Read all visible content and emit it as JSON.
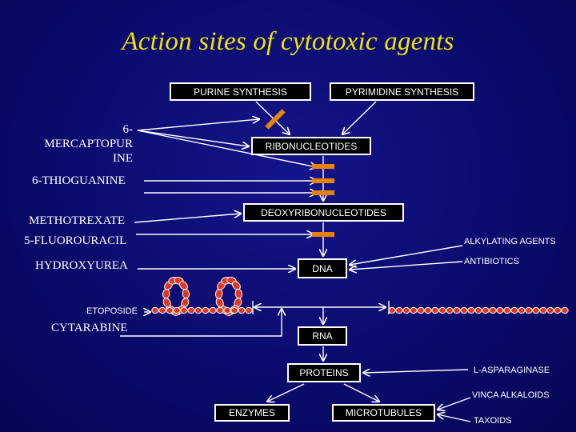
{
  "title": "Action sites of cytotoxic agents",
  "boxes": {
    "purine_synthesis": "PURINE SYNTHESIS",
    "pyrimidine_synthesis": "PYRIMIDINE SYNTHESIS",
    "ribonucleotides": "RIBONUCLEOTIDES",
    "deoxyribonucleotides": "DEOXYRIBONUCLEOTIDES",
    "dna": "DNA",
    "rna": "RNA",
    "proteins": "PROTEINS",
    "enzymes": "ENZYMES",
    "microtubules": "MICROTUBULES"
  },
  "drugs_left": {
    "mercaptopurine": "6-\nMERCAPTOPUR\nINE",
    "thioguanine": "6-THIOGUANINE",
    "methotrexate": "METHOTREXATE",
    "fluorouracil": "5-FLUOROURACIL",
    "hydroxyurea": "HYDROXYUREA",
    "etoposide": "ETOPOSIDE",
    "cytarabine": "CYTARABINE"
  },
  "drugs_right": {
    "alkylating_agents": "ALKYLATING AGENTS",
    "antibiotics": "ANTIBIOTICS",
    "l_asparaginase": "L-ASPARAGINASE",
    "vinca_alkaloids": "VINCA ALKALOIDS",
    "taxoids": "TAXOIDS"
  },
  "colors": {
    "background": "#0b0b70",
    "title": "#f0e400",
    "block_bar": "#e8820c",
    "dna_bead": "#e03820",
    "text": "#ffffff"
  }
}
